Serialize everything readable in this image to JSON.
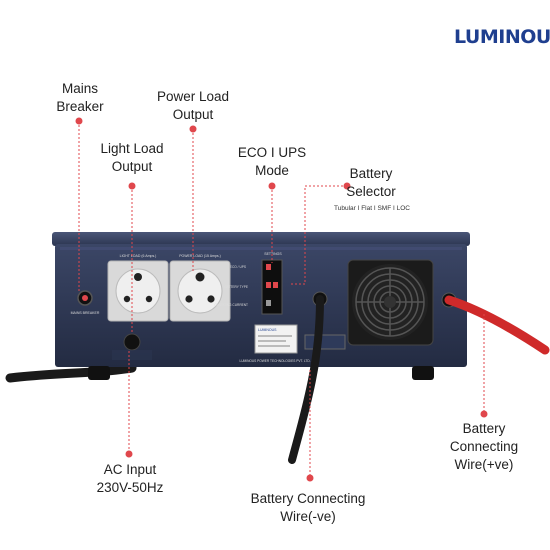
{
  "brand": "LUMINOUS",
  "callouts": {
    "mains_breaker": [
      "Mains",
      "Breaker"
    ],
    "power_load": [
      "Power Load",
      "Output"
    ],
    "light_load": [
      "Light Load",
      "Output"
    ],
    "eco_ups": [
      "ECO I UPS",
      "Mode"
    ],
    "battery_selector": [
      "Battery",
      "Selector"
    ],
    "battery_selector_types": "Tubular I Flat I SMF I LOC",
    "ac_input": [
      "AC Input",
      "230V-50Hz"
    ],
    "battery_neg": [
      "Battery Connecting",
      "Wire(-ve)"
    ],
    "battery_pos": [
      "Battery",
      "Connecting",
      "Wire(+ve)"
    ]
  },
  "panel": {
    "light_load_socket_label": "LIGHT LOAD (6 Amps.)",
    "power_load_socket_label": "POWER LOAD (15 Amps.)",
    "mains_breaker_label": "MAINS BREAKER",
    "settings_label": "SETTINGS",
    "eco_ups_label": "ECO / UPS",
    "battery_type_label": "BATTERY TYPE",
    "charging_current_label": "CHARGING CURRENT",
    "sticker_brand": "LUMINOUS",
    "manufacturer": "LUMINOUS POWER TECHNOLOGIES PVT. LTD."
  },
  "colors": {
    "brand": "#1f3f8f",
    "callout_dot": "#e0474c",
    "callout_line": "#e0474c",
    "panel_body": "#2b3550",
    "red_cable": "#cf2a2a",
    "black_cable": "#1a1a1a"
  }
}
